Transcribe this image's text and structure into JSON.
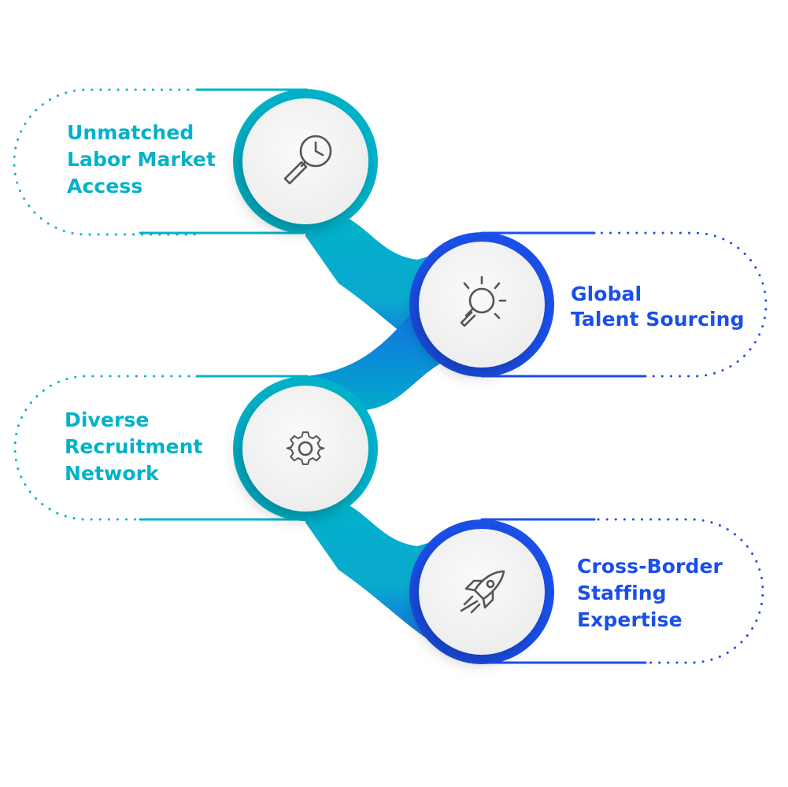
{
  "colors": {
    "teal": "#00b2c9",
    "blue": "#1a4fe8",
    "icon_stroke": "#555555",
    "node_fill": "#f3f3f3"
  },
  "steps": [
    {
      "lines": [
        "Unmatched",
        "Labor Market",
        "Access"
      ],
      "icon": "magnifier-clock-icon",
      "color": "teal"
    },
    {
      "lines": [
        "Global",
        "Talent Sourcing"
      ],
      "icon": "lightbulb-icon",
      "color": "blue"
    },
    {
      "lines": [
        "Diverse",
        "Recruitment",
        "Network"
      ],
      "icon": "gear-icon",
      "color": "teal"
    },
    {
      "lines": [
        "Cross-Border",
        "Staffing",
        "Expertise"
      ],
      "icon": "rocket-icon",
      "color": "blue"
    }
  ]
}
